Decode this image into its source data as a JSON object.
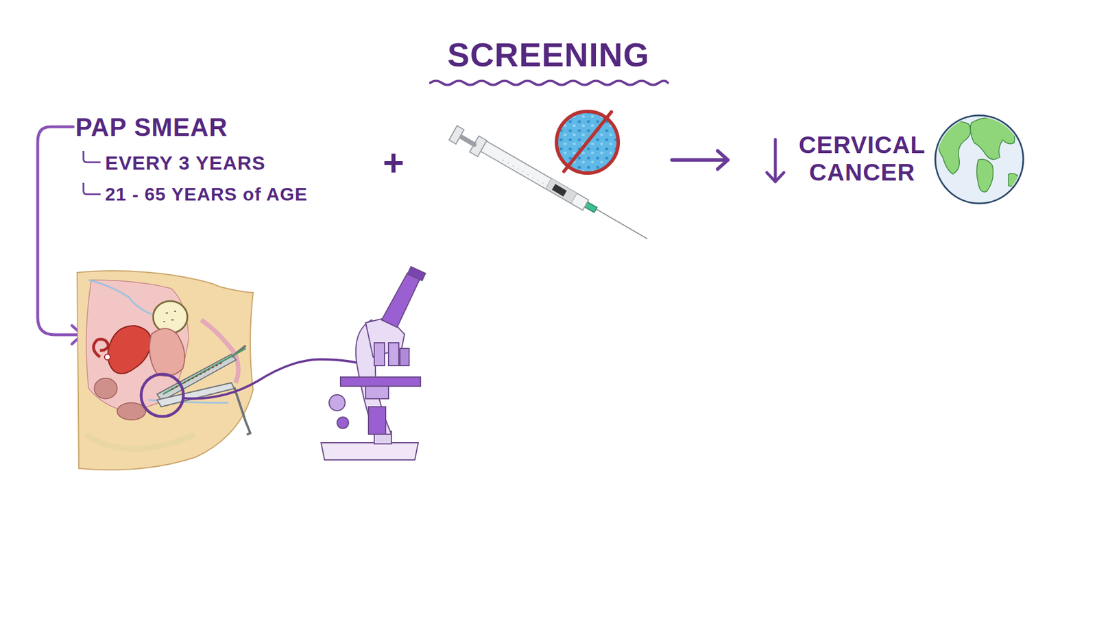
{
  "diagram": {
    "title": "SCREENING",
    "labels": [
      "PAP SMEAR",
      "EVERY 3 YEARS",
      "21 - 65 YEARS of AGE",
      "+",
      "CERVICAL CANCER"
    ]
  }
}
